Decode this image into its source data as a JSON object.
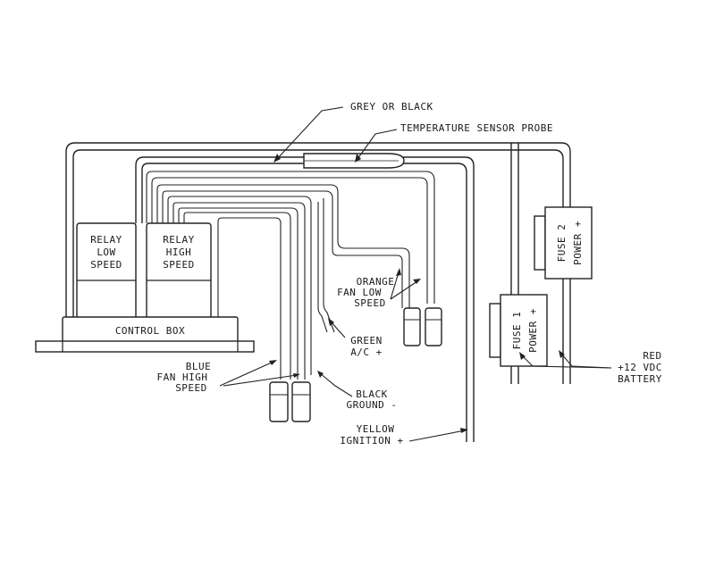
{
  "labels": {
    "grey_or_black": "GREY OR BLACK",
    "temp_sensor": "TEMPERATURE SENSOR PROBE",
    "relay_low": [
      "RELAY",
      "LOW",
      "SPEED"
    ],
    "relay_high": [
      "RELAY",
      "HIGH",
      "SPEED"
    ],
    "control_box": "CONTROL BOX",
    "orange": [
      "ORANGE",
      "FAN LOW",
      "SPEED"
    ],
    "green": [
      "GREEN",
      "A/C +"
    ],
    "blue": [
      "BLUE",
      "FAN HIGH",
      "SPEED"
    ],
    "black": [
      "BLACK",
      "GROUND -"
    ],
    "yellow": [
      "YELLOW",
      "IGNITION +"
    ],
    "fuse1": [
      "FUSE 1",
      "POWER +"
    ],
    "fuse2": [
      "FUSE 2",
      "POWER +"
    ],
    "red": [
      "RED",
      "+12 VDC",
      "BATTERY"
    ]
  }
}
